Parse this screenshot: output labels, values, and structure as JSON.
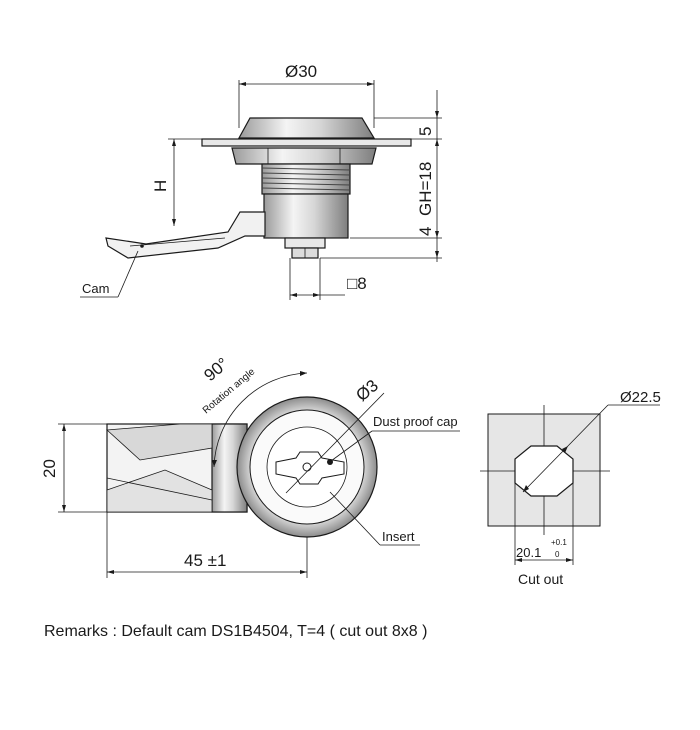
{
  "top_view": {
    "dia_label": "Ø30",
    "dim_5": "5",
    "dim_gh": "GH=18",
    "dim_4": "4",
    "dim_h": "H",
    "dim_square": "□8",
    "cam_label": "Cam"
  },
  "front_view": {
    "angle_label": "90°",
    "rotation_label": "Rotation angle",
    "dia3_label": "Ø3",
    "dust_cap_label": "Dust proof cap",
    "insert_label": "Insert",
    "height_label": "20",
    "length_label": "45 ±1"
  },
  "cutout_view": {
    "dia_label": "Ø22.5",
    "width_label": "20.1",
    "tol_upper": "+0.1",
    "tol_lower": "0",
    "title": "Cut out"
  },
  "remarks": "Remarks : Default cam DS1B4504, T=4 ( cut out 8x8 )"
}
